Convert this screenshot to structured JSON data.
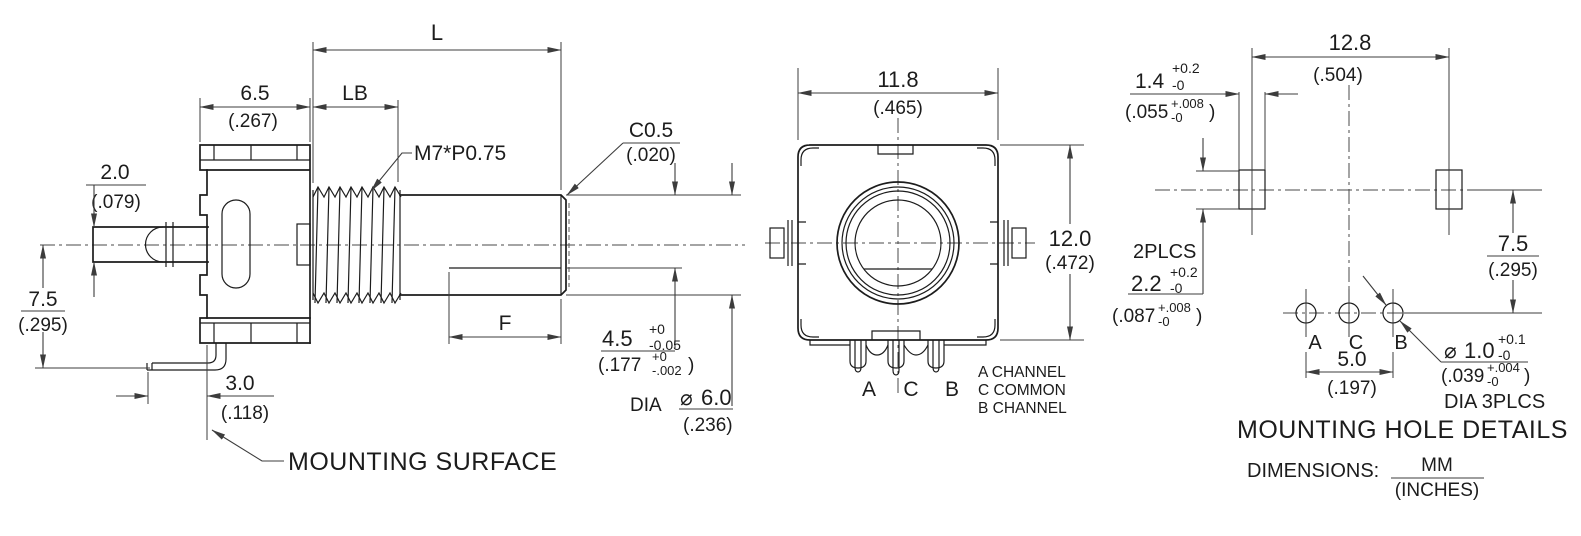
{
  "drawing": {
    "side_view": {
      "dim_shaft_len_label": "L",
      "dim_bushing_len_label": "LB",
      "dim_body_depth": {
        "mm": "6.5",
        "inch": "(.267)"
      },
      "dim_pin_thickness": {
        "mm": "2.0",
        "inch": "(.079)"
      },
      "dim_center_height": {
        "mm": "7.5",
        "inch": "(.295)"
      },
      "dim_foot_offset": {
        "mm": "3.0",
        "inch": "(.118)"
      },
      "thread_spec": "M7*P0.75",
      "chamfer": {
        "mm": "C0.5",
        "inch": "(.020)"
      },
      "dim_flat_len_label": "F",
      "dim_flat_depth": {
        "mm": "4.5",
        "tol_sup": "+0",
        "tol_sub": "-0.05",
        "inch_open": "(.177",
        "inch_sup": "+0",
        "inch_sub": "-.002",
        "inch_close": ")"
      },
      "dim_shaft_dia": {
        "prefix": "DIA",
        "symbol": "⌀",
        "mm": "6.0",
        "inch": "(.236)"
      },
      "mounting_surface_label": "MOUNTING SURFACE"
    },
    "front_view": {
      "dim_width": {
        "mm": "11.8",
        "inch": "(.465)"
      },
      "dim_height": {
        "mm": "12.0",
        "inch": "(.472)"
      },
      "pin_labels": {
        "a": "A",
        "c": "C",
        "b": "B"
      },
      "legend": {
        "a": "A CHANNEL",
        "c": "C COMMON",
        "b": "B CHANNEL"
      }
    },
    "mounting_view": {
      "dim_slot_span": {
        "mm": "12.8",
        "inch": "(.504)"
      },
      "dim_slot_width": {
        "mm": "1.4",
        "tol_sup": "+0.2",
        "tol_sub": "-0",
        "inch_open": "(.055",
        "inch_sup": "+.008",
        "inch_sub": "-0",
        "inch_close": ")"
      },
      "slot_note": "2PLCS",
      "dim_slot_height": {
        "mm": "2.2",
        "tol_sup": "+0.2",
        "tol_sub": "-0",
        "inch_open": "(.087",
        "inch_sup": "+.008",
        "inch_sub": "-0",
        "inch_close": ")"
      },
      "dim_hole_offset": {
        "mm": "7.5",
        "inch": "(.295)"
      },
      "dim_hole_pitch": {
        "mm": "5.0",
        "inch": "(.197)"
      },
      "hole_labels": {
        "a": "A",
        "c": "C",
        "b": "B"
      },
      "dim_hole_dia": {
        "symbol": "⌀",
        "mm": "1.0",
        "tol_sup": "+0.1",
        "tol_sub": "-0",
        "inch_open": "(.039",
        "inch_sup": "+.004",
        "inch_sub": "-0",
        "inch_close": ")"
      },
      "hole_note": "DIA 3PLCS",
      "title": "MOUNTING HOLE DETAILS"
    },
    "footer": {
      "label": "DIMENSIONS:",
      "numerator": "MM",
      "denominator": "(INCHES)"
    }
  },
  "colors": {
    "line": "#1c1c1c",
    "dim": "#3c3c3c",
    "background": "#ffffff"
  }
}
